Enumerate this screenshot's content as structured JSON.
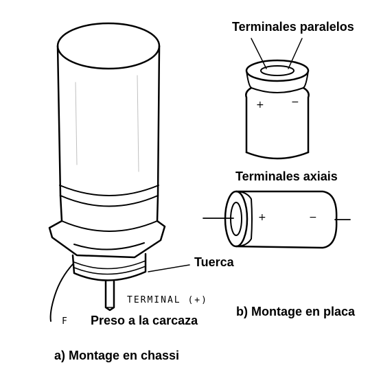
{
  "labels": {
    "parallel_terminals": "Terminales paralelos",
    "axial_terminals": "Terminales axiais",
    "nut": "Tuerca",
    "terminal_plus": "TERMINAL (+)",
    "fixed_to_case": "Preso a la carcaza",
    "chassis_letter": "F",
    "panel_mount": "b) Montage en placa",
    "chassis_mount": "a) Montage en chassi"
  },
  "polarity": {
    "plus": "+",
    "minus": "−"
  },
  "colors": {
    "ink": "#000000",
    "paper": "#ffffff"
  }
}
